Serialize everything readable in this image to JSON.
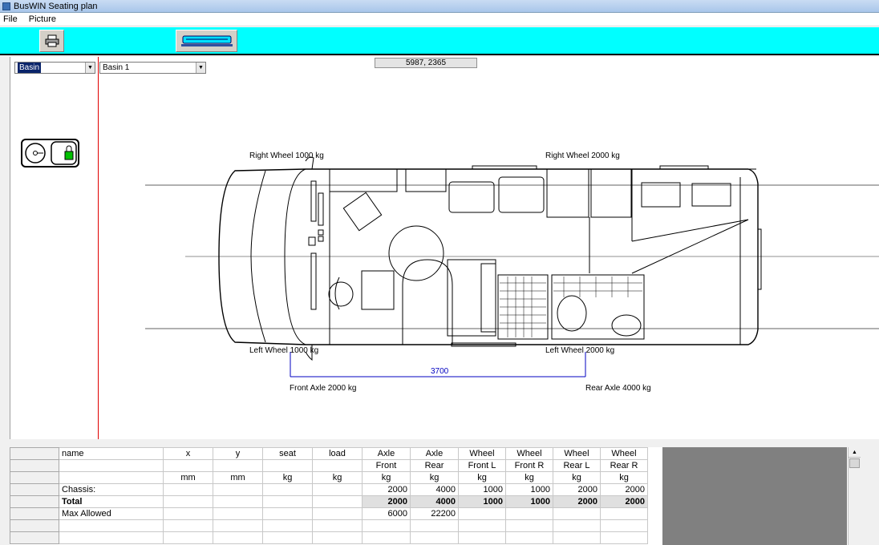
{
  "window": {
    "title": "BusWIN Seating plan"
  },
  "menu": {
    "file": "File",
    "picture": "Picture"
  },
  "toolbar": {
    "print_icon": "printer-icon",
    "bus_icon": "bus-icon"
  },
  "left": {
    "type_select": "Basin",
    "lock_icon": "lock-icon"
  },
  "item_select": "Basin 1",
  "coords": "5987, 2365",
  "drawing": {
    "right_wheel_front": "Right Wheel  1000 kg",
    "right_wheel_rear": "Right Wheel  2000 kg",
    "left_wheel_front": "Left Wheel  1000 kg",
    "left_wheel_rear": "Left Wheel  2000 kg",
    "wheelbase": "3700",
    "front_axle": "Front Axle  2000 kg",
    "rear_axle": "Rear Axle  4000 kg"
  },
  "grid": {
    "header1": [
      "name",
      "x",
      "y",
      "seat",
      "load",
      "Axle",
      "Axle",
      "Wheel",
      "Wheel",
      "Wheel",
      "Wheel"
    ],
    "header2": [
      "",
      "",
      "",
      "",
      "",
      "Front",
      "Rear",
      "Front L",
      "Front R",
      "Rear L",
      "Rear R"
    ],
    "units": [
      "",
      "mm",
      "mm",
      "kg",
      "kg",
      "kg",
      "kg",
      "kg",
      "kg",
      "kg",
      "kg"
    ],
    "rows": [
      [
        "Chassis:",
        "",
        "",
        "",
        "",
        "2000",
        "4000",
        "1000",
        "1000",
        "2000",
        "2000"
      ],
      [
        "Total",
        "",
        "",
        "",
        "",
        "2000",
        "4000",
        "1000",
        "1000",
        "2000",
        "2000"
      ],
      [
        "Max Allowed",
        "",
        "",
        "",
        "",
        "6000",
        "22200",
        "",
        "",
        "",
        ""
      ],
      [
        "",
        "",
        "",
        "",
        "",
        "",
        "",
        "",
        "",
        "",
        ""
      ],
      [
        "",
        "",
        "",
        "",
        "",
        "",
        "",
        "",
        "",
        "",
        ""
      ]
    ]
  }
}
